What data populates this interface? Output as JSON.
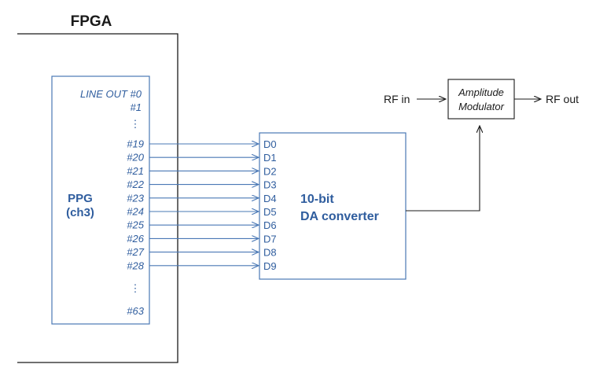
{
  "fpga": {
    "title": "FPGA"
  },
  "ppg": {
    "name_line1": "PPG",
    "name_line2": "(ch3)",
    "top_outputs": [
      "LINE OUT #0",
      "#1"
    ],
    "dots": "⋮",
    "connected_outputs": [
      "#19",
      "#20",
      "#21",
      "#22",
      "#23",
      "#24",
      "#25",
      "#26",
      "#27",
      "#28"
    ],
    "last_output": "#63"
  },
  "dac": {
    "title_line1": "10-bit",
    "title_line2": "DA converter",
    "inputs": [
      "D0",
      "D1",
      "D2",
      "D3",
      "D4",
      "D5",
      "D6",
      "D7",
      "D8",
      "D9"
    ]
  },
  "modulator": {
    "label_line1": "Amplitude",
    "label_line2": "Modulator",
    "rf_in": "RF in",
    "rf_out": "RF out"
  },
  "colors": {
    "blue": "#2f5d9e",
    "blue_line": "#4a78b5",
    "black": "#1a1a1a"
  }
}
